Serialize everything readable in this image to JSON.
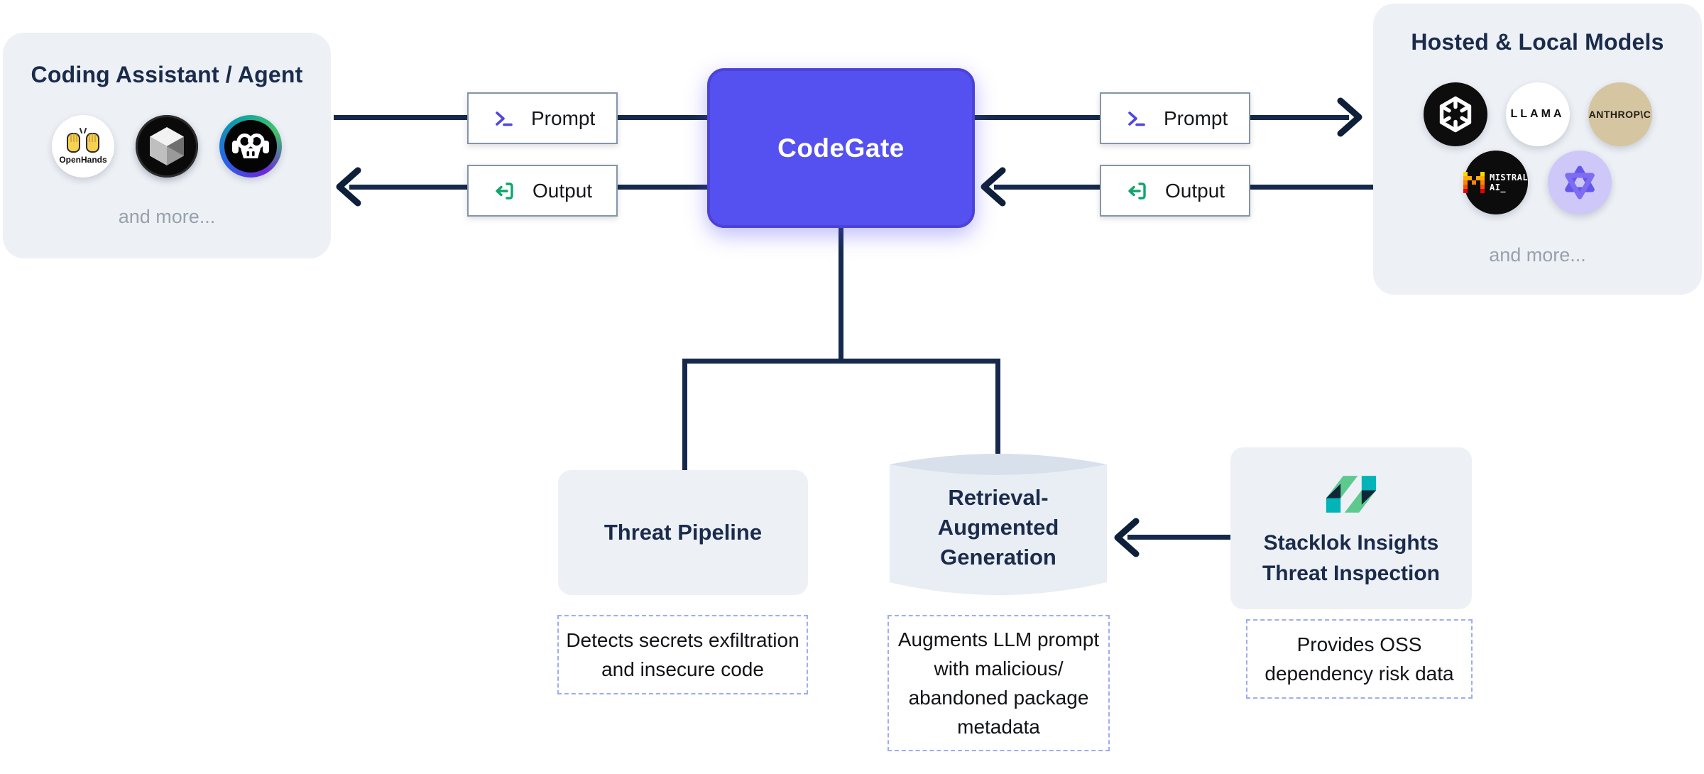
{
  "diagram": {
    "left_panel": {
      "title": "Coding Assistant / Agent",
      "more": "and more...",
      "openhands_label": "OpenHands"
    },
    "codegate": {
      "label": "CodeGate"
    },
    "flow": {
      "prompt": "Prompt",
      "output": "Output"
    },
    "right_panel": {
      "title": "Hosted & Local Models",
      "more": "and more...",
      "llama": "LLAMA",
      "anthropic": "ANTHROP\\C",
      "mistral_line1": "MISTRAL",
      "mistral_line2": "AI_"
    },
    "threat_pipeline": {
      "title": "Threat Pipeline",
      "note1": "Detects secrets exfiltration",
      "note2": "and insecure code"
    },
    "rag": {
      "line1": "Retrieval-",
      "line2": "Augmented",
      "line3": "Generation",
      "note1": "Augments LLM prompt",
      "note2": "with malicious/",
      "note3": "abandoned package",
      "note4": "metadata"
    },
    "stacklok": {
      "line1": "Stacklok Insights",
      "line2": "Threat Inspection",
      "note1": "Provides OSS",
      "note2": "dependency risk data"
    },
    "colors": {
      "accent": "#5551f0",
      "accent_border": "#4b42da",
      "line": "#16294d",
      "panel_bg": "#edf1f6",
      "dashed_border": "#9fadf2",
      "terminal_icon": "#4f46e5",
      "output_icon": "#10a56b",
      "title_navy": "#1b2b4b"
    }
  }
}
